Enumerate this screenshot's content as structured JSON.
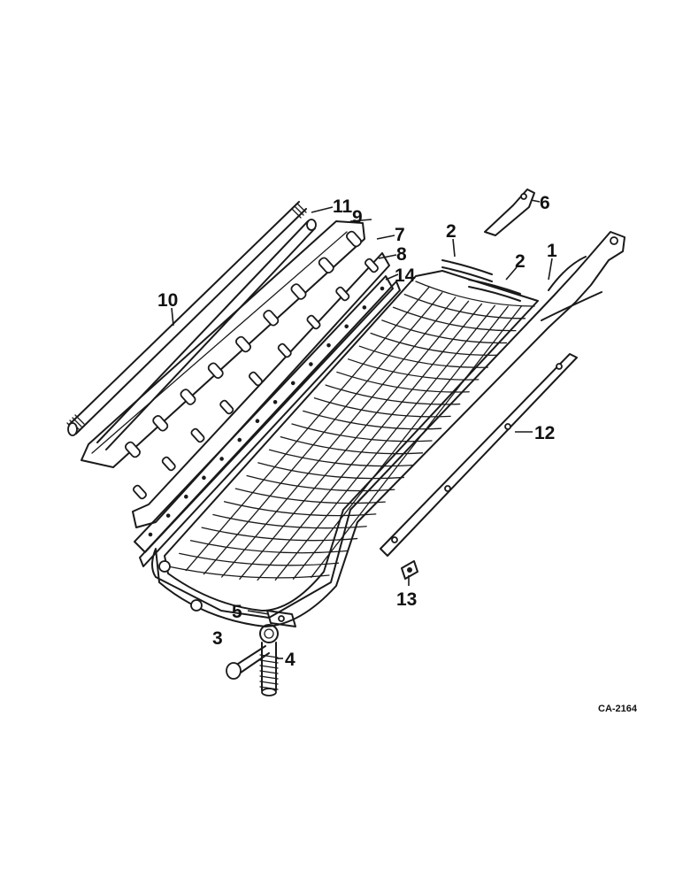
{
  "diagram": {
    "callouts": [
      {
        "id": "c1",
        "text": "1"
      },
      {
        "id": "c2a",
        "text": "2"
      },
      {
        "id": "c2b",
        "text": "2"
      },
      {
        "id": "c3",
        "text": "3"
      },
      {
        "id": "c4",
        "text": "4"
      },
      {
        "id": "c5",
        "text": "5"
      },
      {
        "id": "c6",
        "text": "6"
      },
      {
        "id": "c7",
        "text": "7"
      },
      {
        "id": "c8",
        "text": "8"
      },
      {
        "id": "c9",
        "text": "9"
      },
      {
        "id": "c10",
        "text": "10"
      },
      {
        "id": "c11",
        "text": "11"
      },
      {
        "id": "c12",
        "text": "12"
      },
      {
        "id": "c13",
        "text": "13"
      },
      {
        "id": "c14",
        "text": "14"
      }
    ],
    "figure_code": "CA-2164"
  }
}
